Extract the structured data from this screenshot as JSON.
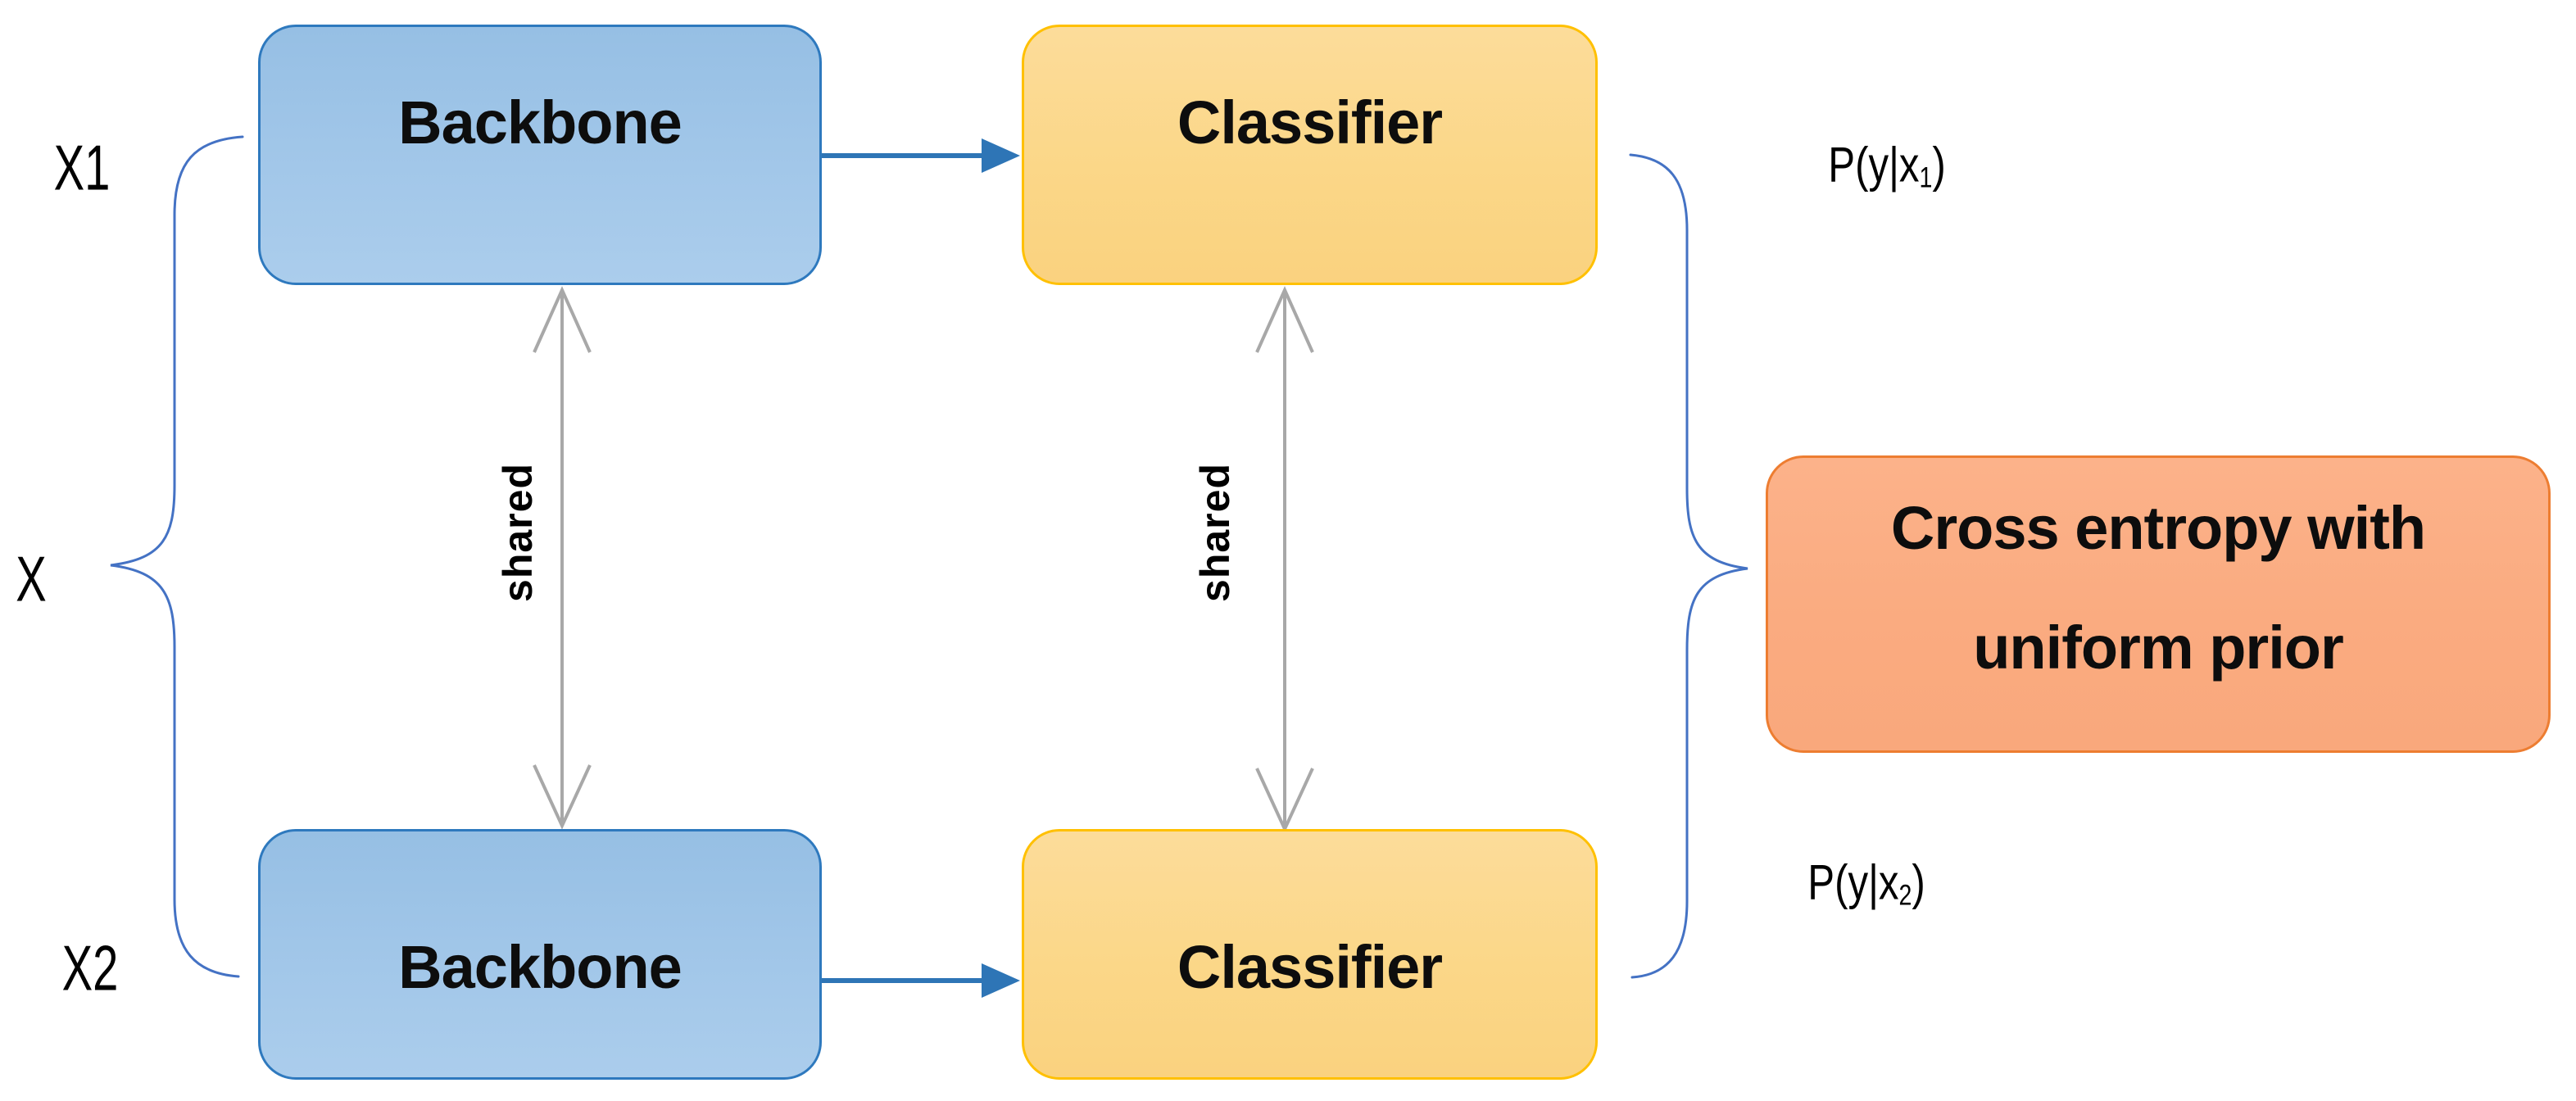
{
  "diagram": {
    "palette": {
      "backbone_fill": "#9CC3E6",
      "backbone_border": "#2E79BE",
      "classifier_fill": "#FBD788",
      "classifier_border": "#FFC000",
      "loss_fill": "#FAAB80",
      "loss_border": "#ED7D31",
      "arrow_blue": "#2E75B6",
      "brace_blue": "#4472C4",
      "arrow_gray": "#A8A8A8",
      "text": "#000000"
    },
    "nodes": {
      "backbone_top": {
        "label": "Backbone"
      },
      "classifier_top": {
        "label": "Classifier"
      },
      "backbone_bottom": {
        "label": "Backbone"
      },
      "classifier_bottom": {
        "label": "Classifier"
      },
      "loss": {
        "line1": "Cross entropy with",
        "line2": "uniform prior"
      }
    },
    "inputs": {
      "x1": "X1",
      "x": "X",
      "x2": "X2"
    },
    "outputs": {
      "p1": {
        "base": "P(y|x",
        "sub": "1",
        "close": ")"
      },
      "p2": {
        "base": "P(y|x",
        "sub": "2",
        "close": ")"
      }
    },
    "edges": {
      "shared_left": "shared",
      "shared_right": "shared"
    }
  }
}
